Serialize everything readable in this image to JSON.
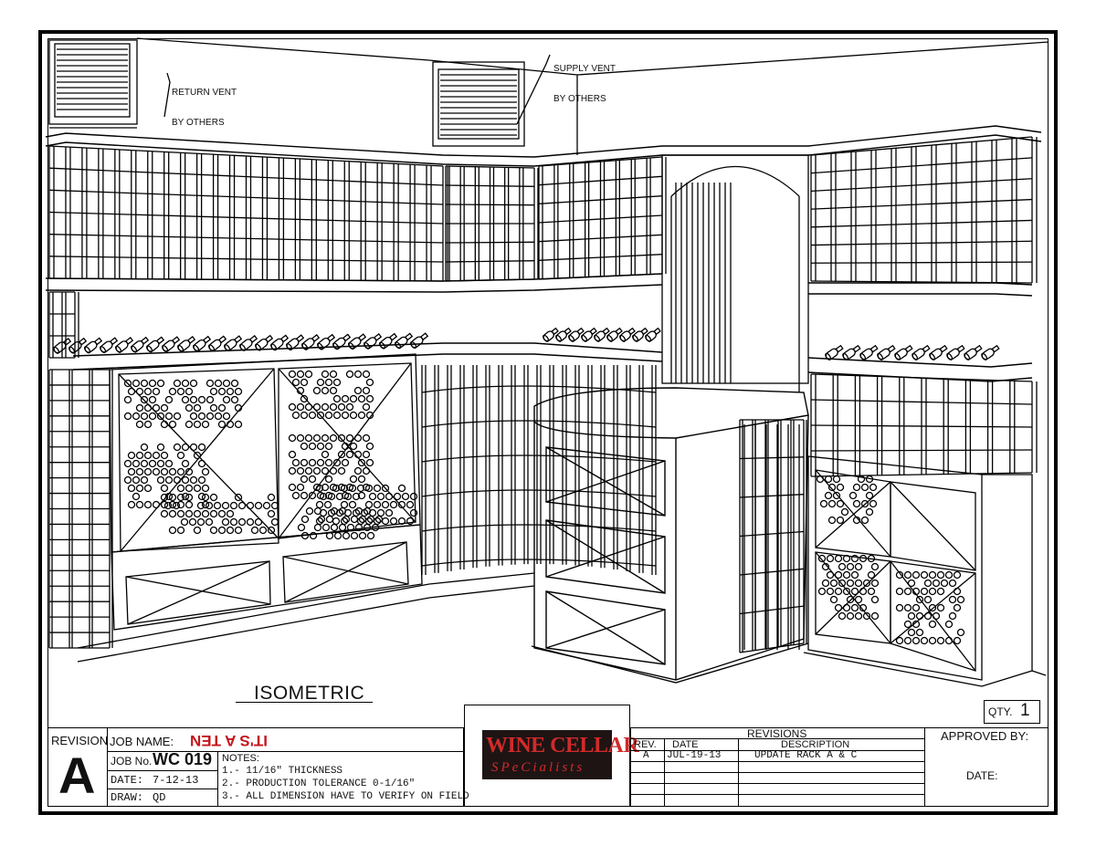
{
  "drawing": {
    "view_title": "ISOMETRIC",
    "callouts": {
      "return_vent": [
        "RETURN VENT",
        "BY OTHERS"
      ],
      "supply_vent": [
        "SUPPLY VENT",
        "BY OTHERS"
      ]
    }
  },
  "title_block": {
    "qty_label": "QTY.",
    "qty_value": "1",
    "revision_label": "REVISION",
    "revision_letter": "A",
    "job_name_label": "JOB  NAME:",
    "job_name_value": "IT'S A TEN",
    "job_no_label": "JOB No.",
    "job_no_value": "WC 019",
    "date_label": "DATE:",
    "date_value": "7-12-13",
    "draw_label": "DRAW:",
    "draw_value": "QD",
    "notes_label": "NOTES:",
    "notes": [
      "1.- 11/16\" THICKNESS",
      "2.- PRODUCTION TOLERANCE 0-1/16\"",
      "3.- ALL DIMENSION HAVE TO VERIFY ON FIELD"
    ],
    "logo_top": "WINE CELLAR",
    "logo_bottom": "SPeCialists",
    "revisions_title": "REVISIONS",
    "rev_col": "REV.",
    "date_col": "DATE",
    "desc_col": "DESCRIPTION",
    "rows": [
      {
        "rev": "A",
        "date": "JUL-19-13",
        "desc": "UPDATE RACK A & C"
      }
    ],
    "approved_by_label": "APPROVED  BY:",
    "approved_date_label": "DATE:"
  },
  "colors": {
    "job_name_red": "#c4151c",
    "logo_red": "#d12a2a",
    "logo_bg": "#1e1414",
    "line": "#000000"
  }
}
